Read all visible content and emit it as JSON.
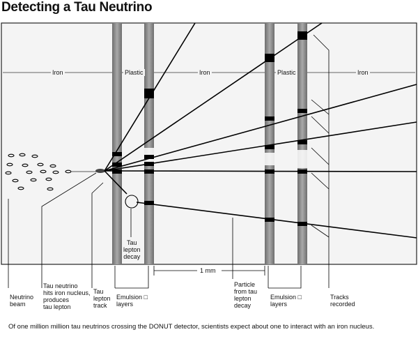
{
  "title": "Detecting a Tau Neutrino",
  "caption": "Of one million million tau neutrinos crossing the DONUT detector, scientists expect about one to interact with an iron nucleus.",
  "regions": [
    "Iron",
    "Plastic",
    "Iron",
    "Plastic",
    "Iron"
  ],
  "labels": {
    "tracks_recorded": "Tracks\nrecorded",
    "tau_decay": "Tau\nlepton\ndecay",
    "neutrino_beam": "Neutrino\nbeam",
    "tau_hits": "Tau neutrino\nhits iron nucleus,\nproduces\ntau lepton",
    "tau_track": "Tau\nlepton\ntrack",
    "emulsion_1": "Emulsion □\nlayers",
    "emulsion_2": "Emulsion □\nlayers",
    "particle_decay": "Particle\nfrom tau\nlepton\ndecay",
    "scale": "1 mm"
  },
  "colors": {
    "panel": "#f4f4f4",
    "frame": "#222222",
    "layer": "#8f8f8f",
    "track": "#000000"
  }
}
